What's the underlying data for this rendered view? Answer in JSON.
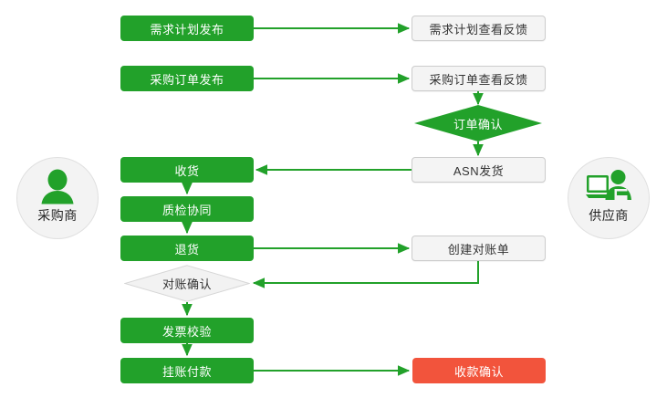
{
  "diagram": {
    "type": "flowchart",
    "title": "",
    "colors": {
      "green": "#22a12a",
      "red": "#f2543c",
      "plain_fill": "#f4f4f4",
      "plain_border": "#cccccc",
      "edge": "#22a12a",
      "actor_fill": "#f3f3f3"
    },
    "actors": [
      {
        "id": "buyer",
        "label": "采购商",
        "icon": "person-icon",
        "side": "left"
      },
      {
        "id": "supplier",
        "label": "供应商",
        "icon": "person-at-computer-icon",
        "side": "right"
      }
    ],
    "nodes": [
      {
        "id": "n1",
        "label": "需求计划发布",
        "shape": "box",
        "style": "green"
      },
      {
        "id": "n2",
        "label": "需求计划查看反馈",
        "shape": "box",
        "style": "plain"
      },
      {
        "id": "n3",
        "label": "采购订单发布",
        "shape": "box",
        "style": "green"
      },
      {
        "id": "n4",
        "label": "采购订单查看反馈",
        "shape": "box",
        "style": "plain"
      },
      {
        "id": "n5",
        "label": "订单确认",
        "shape": "diamond",
        "style": "green"
      },
      {
        "id": "n6",
        "label": "ASN发货",
        "shape": "box",
        "style": "plain"
      },
      {
        "id": "n7",
        "label": "收货",
        "shape": "box",
        "style": "green"
      },
      {
        "id": "n8",
        "label": "质检协同",
        "shape": "box",
        "style": "green"
      },
      {
        "id": "n9",
        "label": "退货",
        "shape": "box",
        "style": "green"
      },
      {
        "id": "n10",
        "label": "创建对账单",
        "shape": "box",
        "style": "plain"
      },
      {
        "id": "n11",
        "label": "对账确认",
        "shape": "diamond",
        "style": "plain"
      },
      {
        "id": "n12",
        "label": "发票校验",
        "shape": "box",
        "style": "green"
      },
      {
        "id": "n13",
        "label": "挂账付款",
        "shape": "box",
        "style": "green"
      },
      {
        "id": "n14",
        "label": "收款确认",
        "shape": "box",
        "style": "red"
      }
    ],
    "edges": [
      {
        "from": "n1",
        "to": "n2"
      },
      {
        "from": "n3",
        "to": "n4"
      },
      {
        "from": "n4",
        "to": "n5"
      },
      {
        "from": "n5",
        "to": "n6"
      },
      {
        "from": "n6",
        "to": "n7"
      },
      {
        "from": "n7",
        "to": "n8"
      },
      {
        "from": "n8",
        "to": "n9"
      },
      {
        "from": "n9",
        "to": "n10"
      },
      {
        "from": "n10",
        "to": "n11"
      },
      {
        "from": "n11",
        "to": "n12"
      },
      {
        "from": "n12",
        "to": "n13"
      },
      {
        "from": "n13",
        "to": "n14"
      }
    ]
  }
}
